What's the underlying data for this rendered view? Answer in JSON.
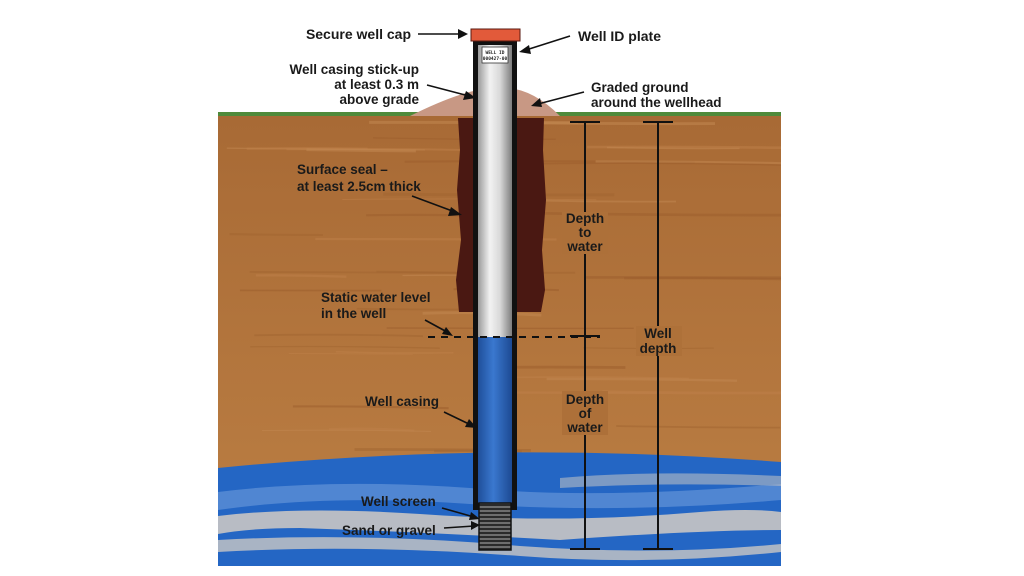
{
  "labels": {
    "well_cap": "Secure well cap",
    "id_plate": "Well ID plate",
    "stickup": [
      "Well casing stick-up",
      "at least 0.3 m",
      "above grade"
    ],
    "graded_ground": [
      "Graded ground",
      "around the wellhead"
    ],
    "surface_seal": [
      "Surface seal –",
      "at least 2.5cm thick"
    ],
    "static_water": [
      "Static water level",
      "in the well"
    ],
    "well_casing": "Well casing",
    "well_screen": "Well screen",
    "sand_gravel": "Sand or gravel",
    "depth_to_water": [
      "Depth",
      "to",
      "water"
    ],
    "depth_of_water": [
      "Depth",
      "of",
      "water"
    ],
    "well_depth": [
      "Well",
      "depth"
    ]
  },
  "plate_text": [
    "WELL ID",
    "000427-00"
  ],
  "colors": {
    "soil": "#b0743c",
    "soil_dark": "#94592a",
    "grass": "#4f8a3b",
    "mound": "#c89884",
    "seal": "#4a1812",
    "casing_light": "#e8e8e8",
    "casing_dark": "#8a8a8a",
    "water_casing": "#2f66b8",
    "aquifer_blue": "#2466c4",
    "aquifer_light": "#5b8fd6",
    "gravel": "#b8bcc4",
    "cap": "#e25a3a",
    "outline": "#111111"
  }
}
